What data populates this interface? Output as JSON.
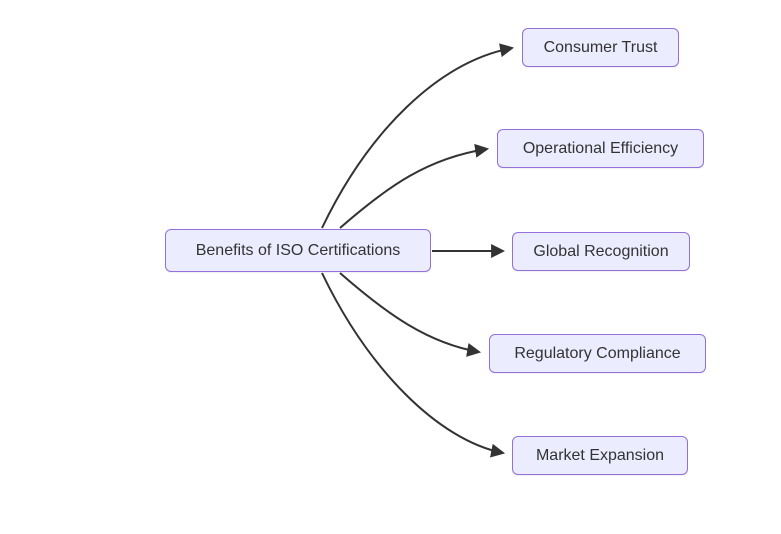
{
  "diagram": {
    "type": "flowchart",
    "direction": "left-to-right",
    "colors": {
      "node_fill": "#ECECFF",
      "node_border": "#9370DB",
      "node_text": "#333333",
      "edge_stroke": "#333333",
      "background": "#FFFFFF"
    },
    "nodes": {
      "root": {
        "label": "Benefits of ISO Certifications"
      },
      "consumer_trust": {
        "label": "Consumer Trust"
      },
      "operational_efficiency": {
        "label": "Operational Efficiency"
      },
      "global_recognition": {
        "label": "Global Recognition"
      },
      "regulatory_compliance": {
        "label": "Regulatory Compliance"
      },
      "market_expansion": {
        "label": "Market Expansion"
      }
    },
    "edges": [
      {
        "from": "Benefits of ISO Certifications",
        "to": "Consumer Trust",
        "arrow": "triangle"
      },
      {
        "from": "Benefits of ISO Certifications",
        "to": "Operational Efficiency",
        "arrow": "triangle"
      },
      {
        "from": "Benefits of ISO Certifications",
        "to": "Global Recognition",
        "arrow": "triangle"
      },
      {
        "from": "Benefits of ISO Certifications",
        "to": "Regulatory Compliance",
        "arrow": "triangle"
      },
      {
        "from": "Benefits of ISO Certifications",
        "to": "Market Expansion",
        "arrow": "triangle"
      }
    ]
  }
}
